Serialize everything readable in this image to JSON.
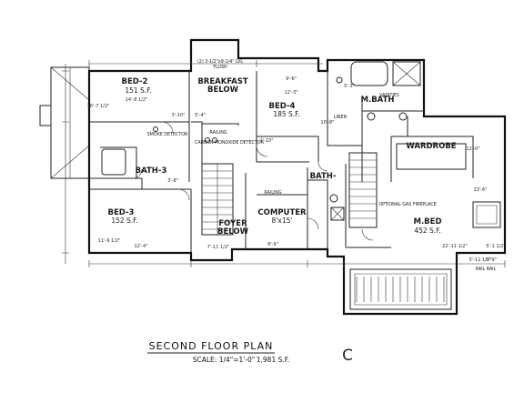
{
  "plan": {
    "title": "SECOND FLOOR PLAN",
    "scale": "SCALE: 1/4\"=1'-0\"",
    "total_area": "1,981 S.F.",
    "sheet": "C"
  },
  "rooms": {
    "bed2": {
      "name": "BED-2",
      "area": "151 S.F."
    },
    "breakfast": {
      "name": "BREAKFAST",
      "sub": "BELOW"
    },
    "bed4": {
      "name": "BED-4",
      "area": "185 S.F."
    },
    "mbath": {
      "name": "M.BATH"
    },
    "vanity": {
      "name": "VANITIES"
    },
    "wardrobe": {
      "name": "WARDROBE"
    },
    "bath3": {
      "name": "BATH-3"
    },
    "bed3": {
      "name": "BED-3",
      "area": "152 S.F."
    },
    "foyer": {
      "name": "FOYER",
      "sub": "BELOW"
    },
    "computer": {
      "name": "COMPUTER",
      "size": "8'x15'"
    },
    "bath": {
      "name": "BATH-"
    },
    "mbed": {
      "name": "M.BED",
      "area": "452 S.F."
    }
  },
  "notes": {
    "smoke": "SMOKE DETECTOR",
    "co": "CARBON MONOXIDE DETECTOR",
    "railing1": "RAILING",
    "railing2": "RAILING",
    "fireplace": "OPTIONAL GAS FIREPLACE",
    "linen": "LINEN",
    "flush": "FLUSH",
    "header_note": "(2) 3-1/2\"x9-1/4\" LVL",
    "rail_l": "RAIL",
    "rail_r": "RAIL"
  },
  "dims": {
    "d1": "14'-8 1/2\"",
    "d2": "12'-3\"",
    "d3": "16'-7 1/2\"",
    "d4": "11'-9 1/2\"",
    "d5": "7'-11 1/2\"",
    "d6": "12'-4\"",
    "d7": "5'-4\"",
    "d8": "8'-9\"",
    "d9": "10'-8\"",
    "d10": "22'-11 1/2\"",
    "d11": "5'-1 1/2\"",
    "d12": "3'-10\"",
    "d13": "5'-3\"",
    "d14": "2'-10\"",
    "d15": "3'-8\"",
    "d16": "9'-6\"",
    "d17": "12'-0\"",
    "d18": "13'-6\"",
    "d19": "5'-11 1/2\"",
    "d20": "5'-9\""
  }
}
